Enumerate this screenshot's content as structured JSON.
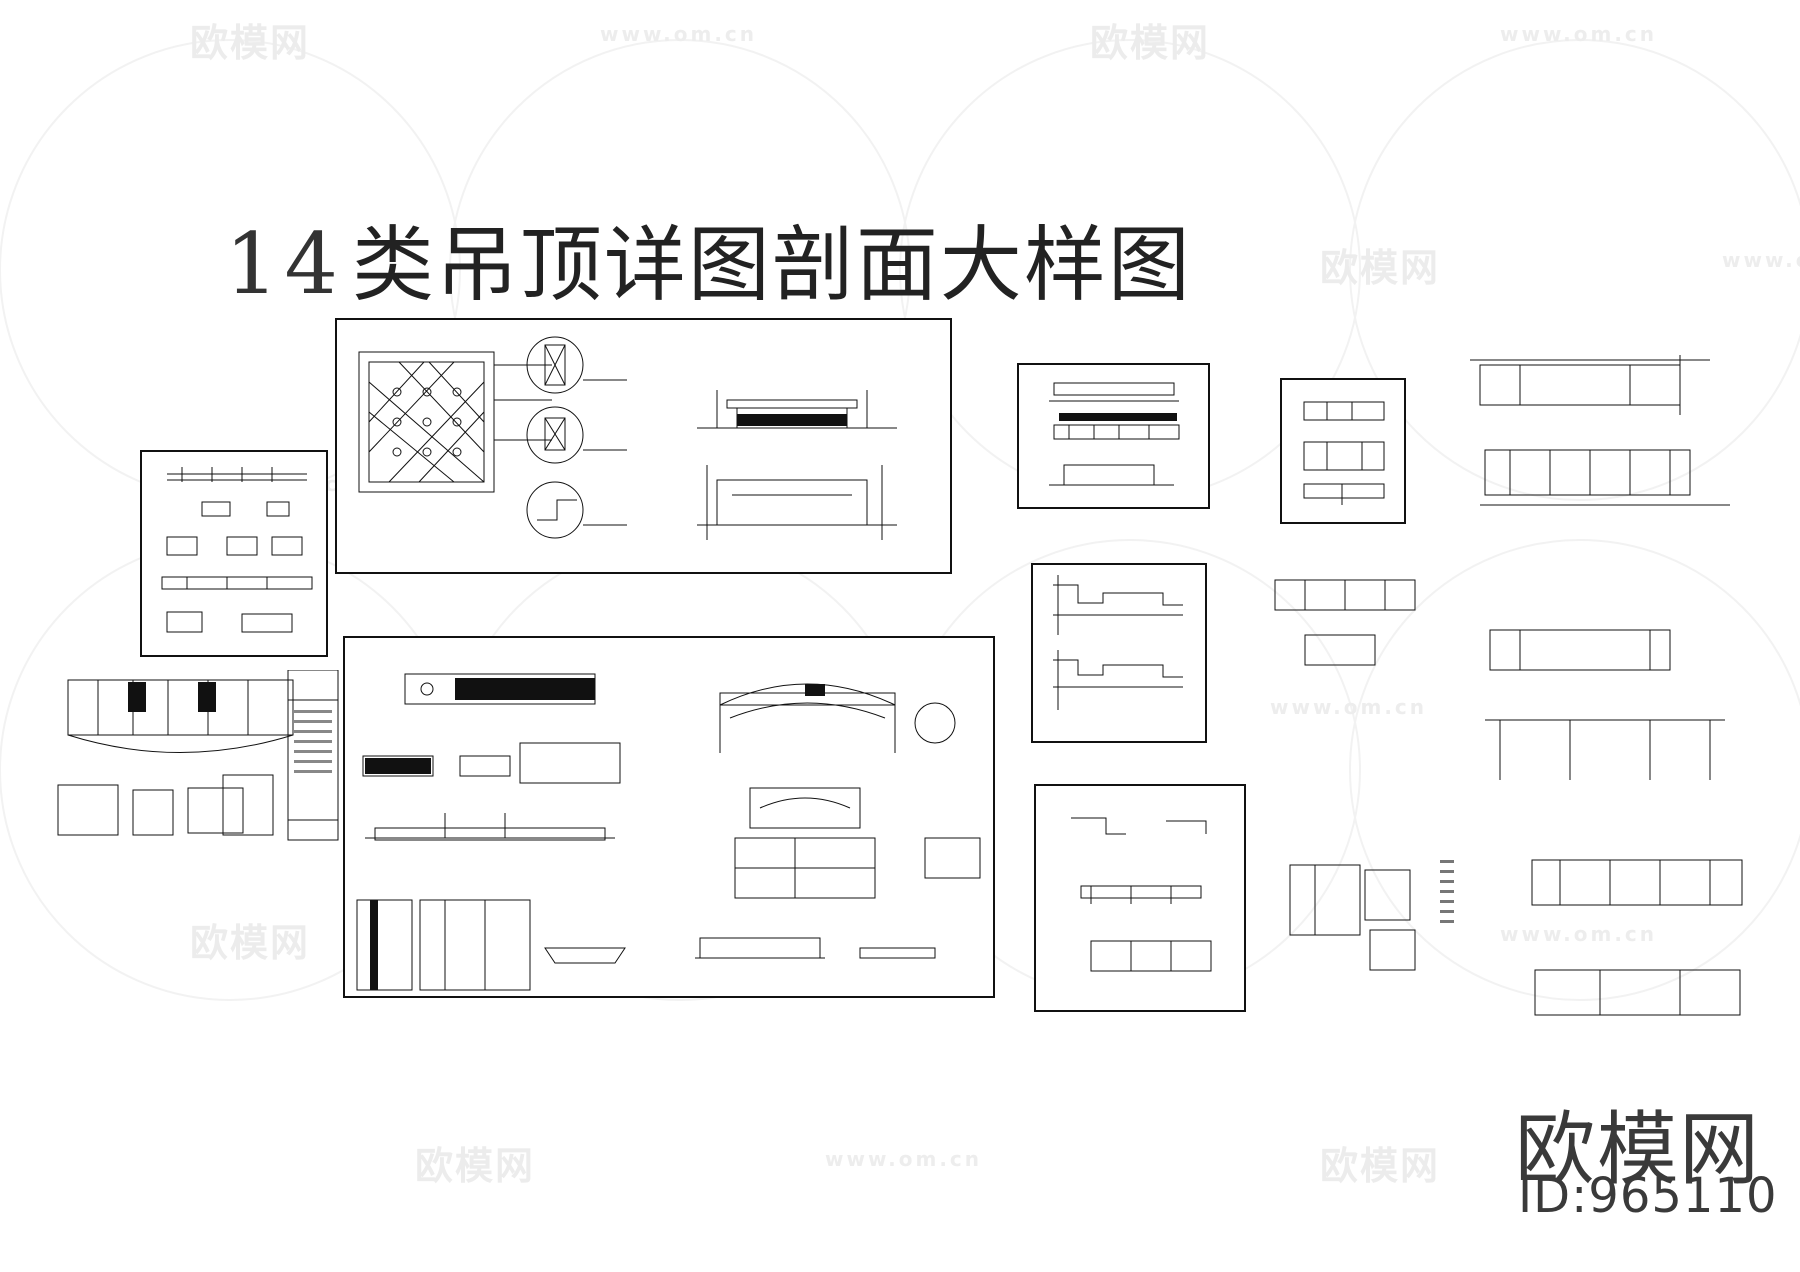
{
  "title": {
    "number": "14",
    "text": "类吊顶详图剖面大样图"
  },
  "watermark": {
    "logo": "欧模网",
    "url": "www.om.cn"
  },
  "brand": {
    "name": "欧模网",
    "id_label": "ID:",
    "id_value": "965110"
  },
  "colors": {
    "ink": "#111111",
    "watermark": "#ececec",
    "brand": "#3a3a3a"
  }
}
